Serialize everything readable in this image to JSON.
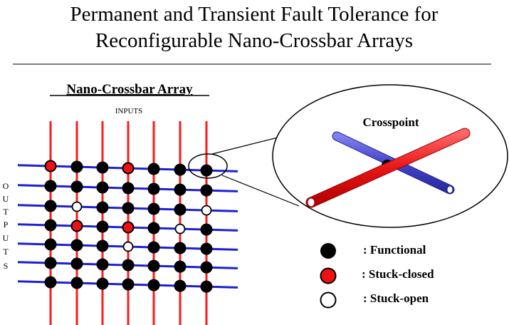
{
  "title_line1": "Permanent and Transient Fault Tolerance for",
  "title_line2": "Reconfigurable Nano-Crossbar Arrays",
  "array_heading": "Nano-Crossbar Array",
  "inputs_label": "INPUTS",
  "outputs_letters": [
    "O",
    "U",
    "T",
    "P",
    "U",
    "T",
    "S"
  ],
  "crosspoint_label": "Crosspoint",
  "legend": [
    {
      "state": "functional",
      "label": ": Functional"
    },
    {
      "state": "stuck-closed",
      "label": ": Stuck-closed"
    },
    {
      "state": "stuck-open",
      "label": ": Stuck-open"
    }
  ],
  "colors": {
    "vertical_wire": "#ff1a1a",
    "horizontal_wire": "#1f1fd6",
    "functional": "#000000",
    "stuck_closed": "#ee1111",
    "stuck_open": "#ffffff",
    "zoom_red_bar": "#ee2222",
    "zoom_blue_bar": "#4a4ad0"
  },
  "grid": {
    "rows": 7,
    "cols": 7,
    "states": [
      [
        "C",
        "F",
        "F",
        "C",
        "F",
        "F",
        "F"
      ],
      [
        "F",
        "F",
        "F",
        "F",
        "F",
        "F",
        "F"
      ],
      [
        "F",
        "O",
        "F",
        "F",
        "F",
        "F",
        "O"
      ],
      [
        "F",
        "C",
        "F",
        "C",
        "F",
        "O",
        "F"
      ],
      [
        "F",
        "F",
        "F",
        "O",
        "F",
        "F",
        "F"
      ],
      [
        "F",
        "F",
        "F",
        "F",
        "F",
        "F",
        "F"
      ],
      [
        "F",
        "F",
        "F",
        "F",
        "F",
        "F",
        "F"
      ]
    ]
  }
}
